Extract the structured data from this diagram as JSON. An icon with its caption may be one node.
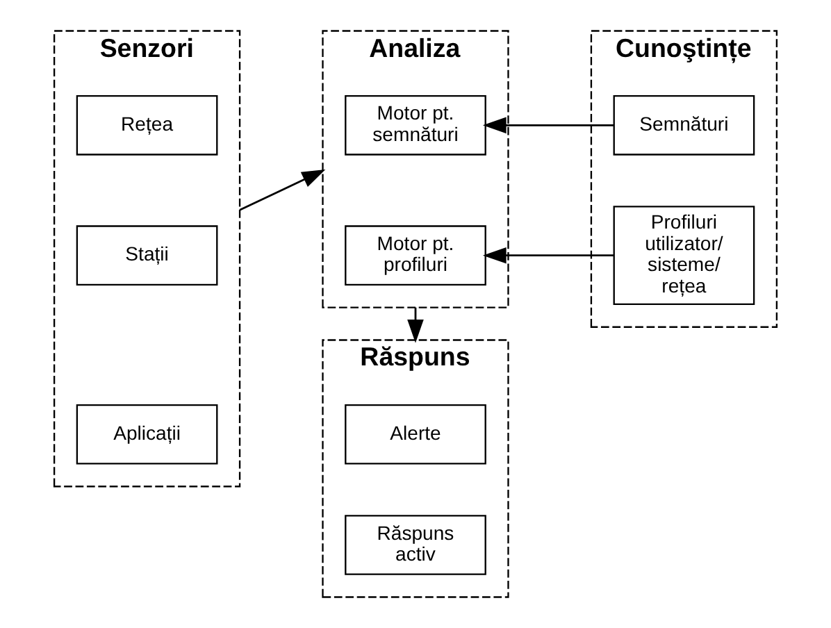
{
  "diagram": {
    "nodes": [
      {
        "text": [
          "Senzori"
        ]
      },
      {
        "text": [
          "Rețea"
        ],
        "in": 0
      },
      {
        "text": [
          "Stații"
        ],
        "in": 0
      },
      {
        "text": [
          "Aplicații"
        ],
        "in": 0
      },
      {
        "text": [
          "Analiza"
        ]
      },
      {
        "text": [
          "Motor pt. semnături"
        ],
        "in": 4
      },
      {
        "text": [
          "Motor pt. profiluri"
        ],
        "in": 4
      },
      {
        "text": [
          "Cunoştințe"
        ]
      },
      {
        "text": [
          "Semnături"
        ],
        "in": 7
      },
      {
        "text": [
          "Profiluri utilizator/ sisteme/ rețea"
        ],
        "in": 7
      },
      {
        "text": [
          "Răspuns"
        ]
      },
      {
        "text": [
          "Alerte"
        ],
        "in": 10
      },
      {
        "text": [
          "Răspuns activ"
        ],
        "in": 10
      }
    ],
    "edges": [
      {
        "from": 0,
        "to": 4,
        "arrow": "to"
      },
      {
        "from": 8,
        "to": 5,
        "arrow": "to"
      },
      {
        "from": 9,
        "to": 6,
        "arrow": "to"
      },
      {
        "from": 4,
        "to": 10,
        "arrow": "to"
      }
    ]
  }
}
